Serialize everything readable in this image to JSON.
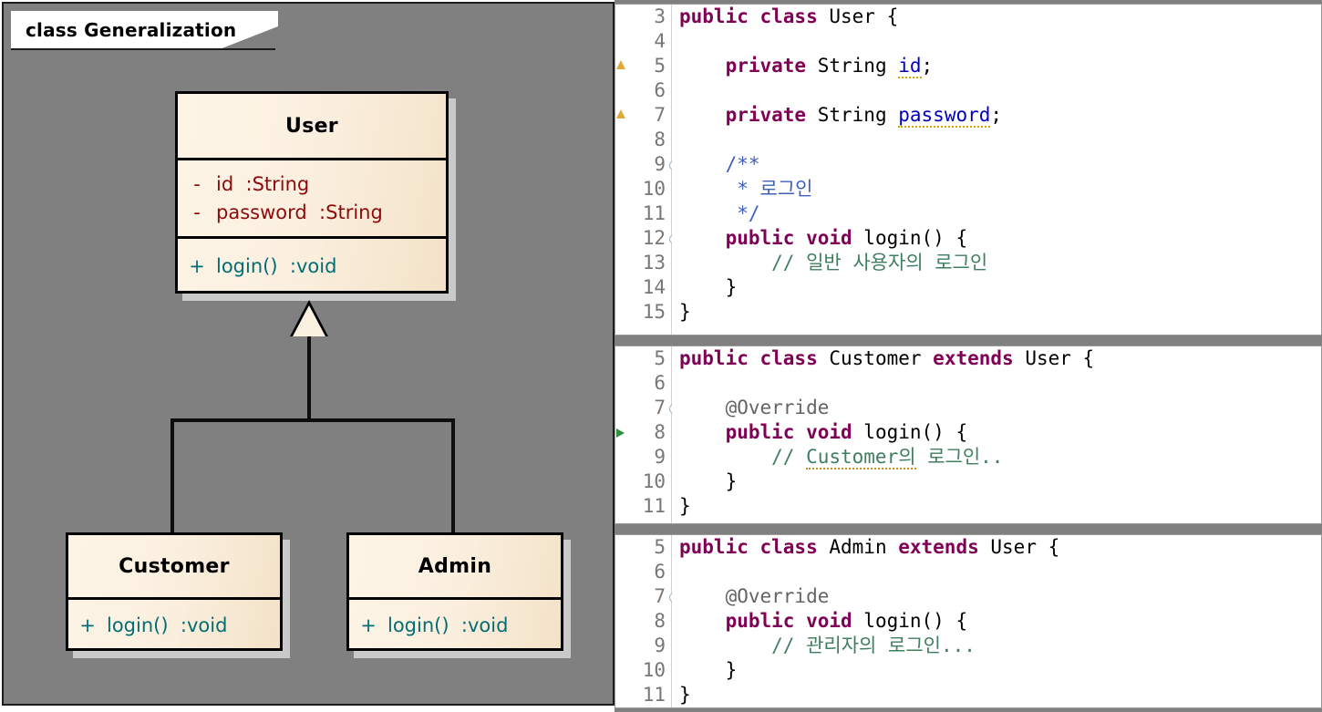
{
  "diagram": {
    "frame_label": "class Generalization",
    "background_color": "#808080",
    "classes": [
      {
        "name": "User",
        "attributes": [
          {
            "visibility": "-",
            "text": "id  :String"
          },
          {
            "visibility": "-",
            "text": "password  :String"
          }
        ],
        "methods": [
          {
            "visibility": "+",
            "text": "login()  :void"
          }
        ]
      },
      {
        "name": "Customer",
        "attributes": [],
        "methods": [
          {
            "visibility": "+",
            "text": "login()  :void"
          }
        ]
      },
      {
        "name": "Admin",
        "attributes": [],
        "methods": [
          {
            "visibility": "+",
            "text": "login()  :void"
          }
        ]
      }
    ],
    "relationship": "generalization",
    "colors": {
      "class_fill": "#fdf4e6",
      "class_border": "#000000",
      "attribute_text": "#8d0a0a",
      "method_text": "#046d74",
      "shadow": "#c9c9c9"
    }
  },
  "code_panels": [
    {
      "file": "User",
      "lines": [
        {
          "num": "3",
          "fold": false,
          "marker": "none",
          "tokens": [
            {
              "t": "public class ",
              "c": "kw"
            },
            {
              "t": "User {",
              "c": "plain"
            }
          ]
        },
        {
          "num": "4",
          "fold": false,
          "marker": "none",
          "tokens": []
        },
        {
          "num": "5",
          "fold": false,
          "marker": "warning",
          "tokens": [
            {
              "t": "    ",
              "c": "plain"
            },
            {
              "t": "private ",
              "c": "kw"
            },
            {
              "t": "String ",
              "c": "type"
            },
            {
              "t": "id",
              "c": "fld-warn"
            },
            {
              "t": ";",
              "c": "plain"
            }
          ]
        },
        {
          "num": "6",
          "fold": false,
          "marker": "none",
          "tokens": []
        },
        {
          "num": "7",
          "fold": false,
          "marker": "warning",
          "tokens": [
            {
              "t": "    ",
              "c": "plain"
            },
            {
              "t": "private ",
              "c": "kw"
            },
            {
              "t": "String ",
              "c": "type"
            },
            {
              "t": "password",
              "c": "fld-warn"
            },
            {
              "t": ";",
              "c": "plain"
            }
          ]
        },
        {
          "num": "8",
          "fold": false,
          "marker": "none",
          "tokens": []
        },
        {
          "num": "9",
          "fold": true,
          "marker": "none",
          "tokens": [
            {
              "t": "    /**",
              "c": "jdoc"
            }
          ]
        },
        {
          "num": "10",
          "fold": false,
          "marker": "none",
          "tokens": [
            {
              "t": "     * 로그인",
              "c": "jdoc"
            }
          ]
        },
        {
          "num": "11",
          "fold": false,
          "marker": "none",
          "tokens": [
            {
              "t": "     */",
              "c": "jdoc"
            }
          ]
        },
        {
          "num": "12",
          "fold": true,
          "marker": "none",
          "tokens": [
            {
              "t": "    ",
              "c": "plain"
            },
            {
              "t": "public void ",
              "c": "kw"
            },
            {
              "t": "login() {",
              "c": "plain"
            }
          ]
        },
        {
          "num": "13",
          "fold": false,
          "marker": "none",
          "tokens": [
            {
              "t": "        // 일반 사용자의 로그인",
              "c": "cmt"
            }
          ]
        },
        {
          "num": "14",
          "fold": false,
          "marker": "none",
          "tokens": [
            {
              "t": "    }",
              "c": "plain"
            }
          ]
        },
        {
          "num": "15",
          "fold": false,
          "marker": "none",
          "tokens": [
            {
              "t": "}",
              "c": "plain"
            }
          ]
        }
      ]
    },
    {
      "file": "Customer",
      "lines": [
        {
          "num": "5",
          "fold": false,
          "marker": "none",
          "tokens": [
            {
              "t": "public class ",
              "c": "kw"
            },
            {
              "t": "Customer ",
              "c": "plain"
            },
            {
              "t": "extends ",
              "c": "kw"
            },
            {
              "t": "User {",
              "c": "plain"
            }
          ]
        },
        {
          "num": "6",
          "fold": false,
          "marker": "none",
          "tokens": []
        },
        {
          "num": "7",
          "fold": true,
          "marker": "none",
          "tokens": [
            {
              "t": "    @Override",
              "c": "ann"
            }
          ]
        },
        {
          "num": "8",
          "fold": false,
          "marker": "override",
          "tokens": [
            {
              "t": "    ",
              "c": "plain"
            },
            {
              "t": "public void ",
              "c": "kw"
            },
            {
              "t": "login() {",
              "c": "plain"
            }
          ]
        },
        {
          "num": "9",
          "fold": false,
          "marker": "none",
          "tokens": [
            {
              "t": "        // ",
              "c": "cmt"
            },
            {
              "t": "Customer의",
              "c": "cmt-warn"
            },
            {
              "t": " 로그인..",
              "c": "cmt"
            }
          ]
        },
        {
          "num": "10",
          "fold": false,
          "marker": "none",
          "tokens": [
            {
              "t": "    }",
              "c": "plain"
            }
          ]
        },
        {
          "num": "11",
          "fold": false,
          "marker": "none",
          "tokens": [
            {
              "t": "}",
              "c": "plain"
            }
          ]
        }
      ]
    },
    {
      "file": "Admin",
      "lines": [
        {
          "num": "5",
          "fold": false,
          "marker": "none",
          "tokens": [
            {
              "t": "public class ",
              "c": "kw"
            },
            {
              "t": "Admin ",
              "c": "plain"
            },
            {
              "t": "extends ",
              "c": "kw"
            },
            {
              "t": "User {",
              "c": "plain"
            }
          ]
        },
        {
          "num": "6",
          "fold": false,
          "marker": "none",
          "tokens": []
        },
        {
          "num": "7",
          "fold": true,
          "marker": "none",
          "tokens": [
            {
              "t": "    @Override",
              "c": "ann"
            }
          ]
        },
        {
          "num": "8",
          "fold": false,
          "marker": "none",
          "tokens": [
            {
              "t": "    ",
              "c": "plain"
            },
            {
              "t": "public void ",
              "c": "kw"
            },
            {
              "t": "login() {",
              "c": "plain"
            }
          ]
        },
        {
          "num": "9",
          "fold": false,
          "marker": "none",
          "tokens": [
            {
              "t": "        // 관리자의 로그인...",
              "c": "cmt"
            }
          ]
        },
        {
          "num": "10",
          "fold": false,
          "marker": "none",
          "tokens": [
            {
              "t": "    }",
              "c": "plain"
            }
          ]
        },
        {
          "num": "11",
          "fold": false,
          "marker": "none",
          "tokens": [
            {
              "t": "}",
              "c": "plain"
            }
          ]
        }
      ]
    }
  ]
}
